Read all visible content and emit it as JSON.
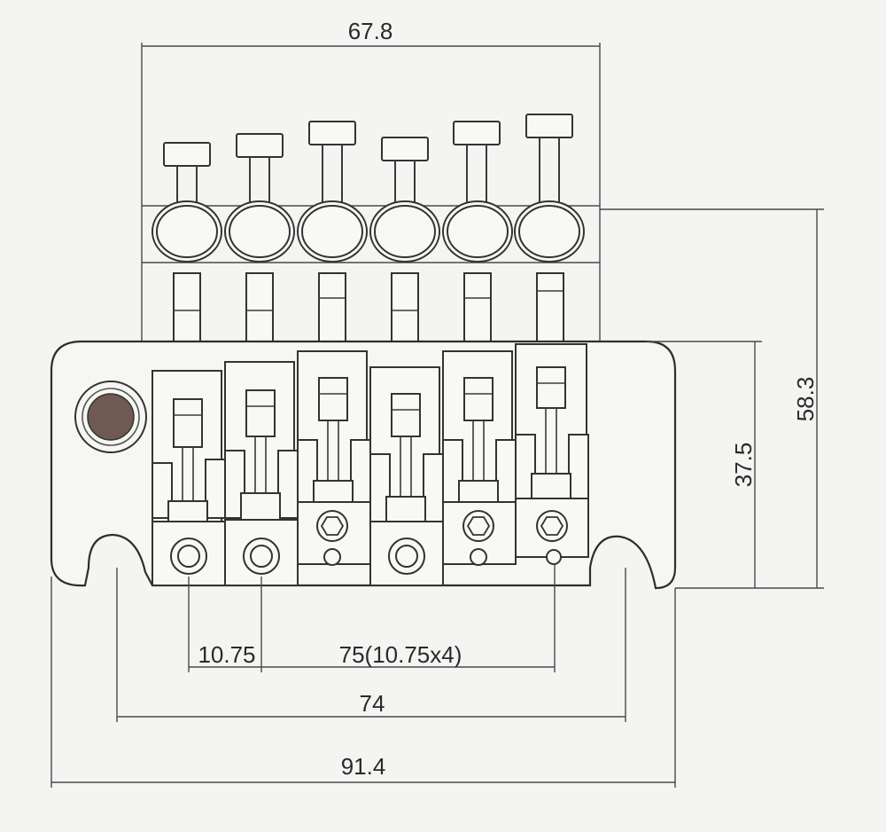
{
  "diagram": {
    "dimensions": {
      "top_width": "67.8",
      "overall_height": "58.3",
      "base_height": "37.5",
      "string_spacing": "10.75",
      "spacing_total": "75(10.75x4)",
      "post_spacing": "74",
      "overall_width": "91.4"
    },
    "string_count": 6,
    "colors": {
      "line": "#333333",
      "paper": "#f4f4f2",
      "screw_fill": "#6e5a52"
    }
  }
}
